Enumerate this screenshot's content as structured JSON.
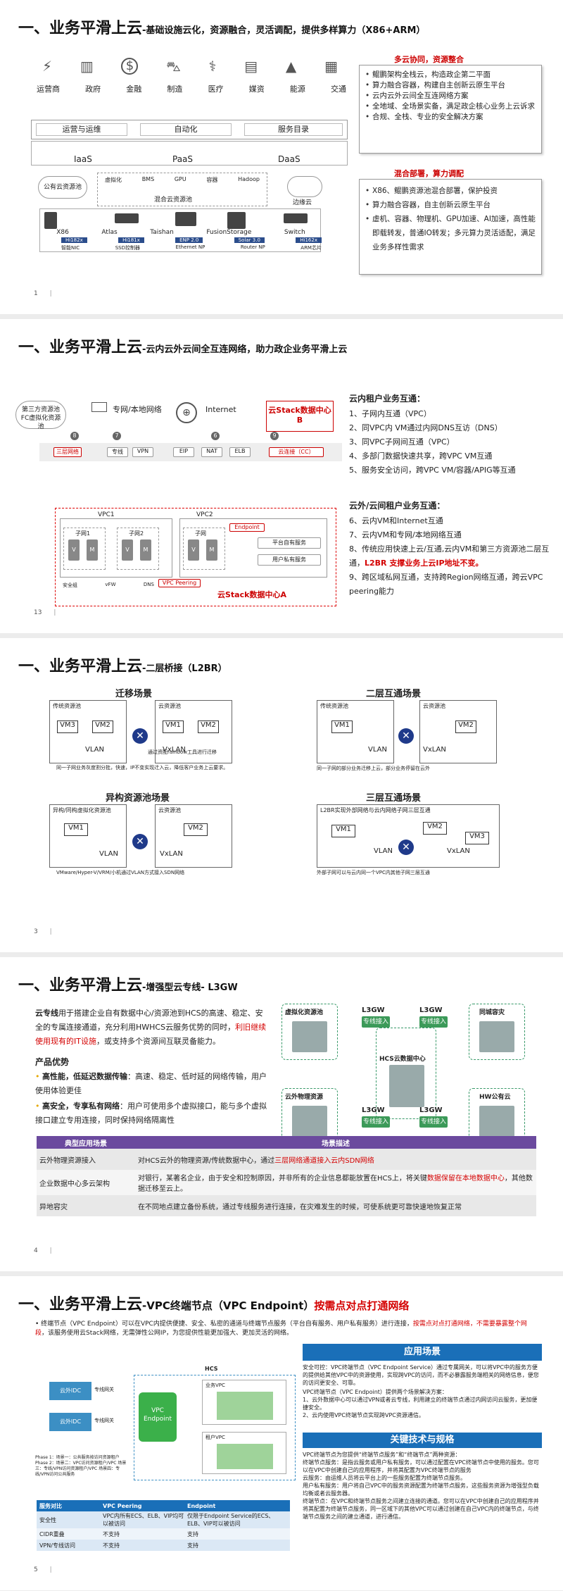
{
  "slide1": {
    "title": "一、业务平滑上云",
    "subtitle": "-基础设施云化，资源融合，灵活调配，提供多样算力（X86+ARM）",
    "industries": [
      "运营商",
      "政府",
      "金融",
      "制造",
      "医疗",
      "媒资",
      "能源",
      "交通"
    ],
    "mgmt": [
      "运营与运维",
      "自动化",
      "服务目录"
    ],
    "layers": [
      "IaaS",
      "PaaS",
      "DaaS"
    ],
    "public_cloud": "公有云资源池",
    "edge_cloud": "边缘云",
    "hybrid_pool": "混合云资源池",
    "pool_items": [
      "虚拟化",
      "BMS",
      "GPU",
      "容器",
      "Hadoop"
    ],
    "hw_brands": [
      "X86",
      "Atlas",
      "Taishan",
      "FusionStorage",
      "Switch"
    ],
    "chips": [
      "智能NIC",
      "SSD控制器",
      "Ethernet NP",
      "Router NP",
      "ARM芯片"
    ],
    "chip_names": [
      "Hi182x",
      "Hi181x",
      "ENP 2.0",
      "Solar 3.0",
      "Hi162x"
    ],
    "box1_head": "多云协同，资源整合",
    "box1_items": [
      "鲲鹏架构全栈云，构造政企第二平面",
      "算力融合容器，构建自主创新云原生平台",
      "云内云外云间全互连网络方案",
      "全地域、全场景实备，满足政企核心业务上云诉求",
      "合规、全栈、专业的安全解决方案"
    ],
    "box2_head": "混合部署，算力调配",
    "box2_items": [
      "X86、鲲鹏资源池混合部署，保护投资",
      "算力融合容器，自主创新云原生平台",
      "虚机、容器、物理机、GPU加速、AI加速，高性能即载转发，普通IO转发；多元算力灵活适配，满足业务多样性需求"
    ],
    "page": "1"
  },
  "slide2": {
    "title": "一、业务平滑上云",
    "subtitle": "-云内云外云间全互连网络，助力政企业务平滑上云",
    "third_pool": "第三方资源池FC虚拟化资源池",
    "private_net": "专网/本地网络",
    "internet": "Internet",
    "dcb": "云Stack数据中心B",
    "dca": "云Stack数据中心A",
    "gw_boxes": [
      "三层网络",
      "专线",
      "VPN",
      "EIP",
      "NAT",
      "ELB",
      "云连接（CC）"
    ],
    "vpc1": "VPC1",
    "vpc2": "VPC2",
    "subnet1": "子网1",
    "subnet2": "子网2",
    "subnet": "子网",
    "svc": [
      "安全组",
      "vFW",
      "DNS",
      "VPC Peering",
      "Endpoint",
      "平台自有服务",
      "用户私有服务"
    ],
    "list1_head": "云内租户业务互通：",
    "list1": [
      "1、子网内互通（VPC）",
      "2、同VPC内 VM通过内网DNS互访（DNS）",
      "3、同VPC子网间互通（VPC）",
      "4、多部门数据快速共享，跨VPC VM互通",
      "5、服务安全访问，跨VPC VM/容器/APIG等互通"
    ],
    "list2_head": "云外/云间租户业务互通：",
    "list2": [
      "6、云内VM和Internet互通",
      "7、云内VM和专网/本地网络互通",
      "8、传统应用快速上云/互通,云内VM和第三方资源池二层互通，",
      "9、跨区域私网互通，支持跨Region网络互通，跨云VPC peering能力"
    ],
    "list2_red": "L2BR 支撑业务上云IP地址不变。",
    "page": "13"
  },
  "slide3": {
    "title": "一、业务平滑上云",
    "subtitle": "-二层桥接（L2BR）",
    "scenes": [
      "迁移场景",
      "二层互通场景",
      "异构资源池场景",
      "三层互通场景"
    ],
    "trad_pool": "传统资源池",
    "cloud_pool": "云资源池",
    "hetero_pool": "异构/同构虚拟化资源池",
    "l2br_label": "L2BR实现外部网络与云内网络子网三层互通",
    "vlan": "VLAN",
    "vxlan": "VxLAN",
    "vm": [
      "VM3",
      "VM2",
      "VM1",
      "VM2"
    ],
    "caption1": "同一子网业务灰度割分批，快速，IP不变实现迁入云，降低客户业务上云要求。",
    "caption1_mid": "通过资配rainbow工具进行迁移",
    "caption2": "同一子网的部分业务迁移上云，部分业务停留在云外",
    "caption3": "VMware/Hyper-V/VRM/小机通过VLAN方式接入SDN网络",
    "caption4": "外部子网可以与云内同一个VPC内其他子网三层互通",
    "page": "3"
  },
  "slide4": {
    "title": "一、业务平滑上云",
    "subtitle": "-增强型云专线- L3GW",
    "intro_bold": "云专线",
    "intro": "用于搭建企业自有数据中心/资源池到HCS的高速、稳定、安全的专属连接通道，充分利用HWHCS云服务优势的同时，",
    "intro_red": "利旧继续使用现有的IT设施",
    "intro_end": "，或支持多个资源间互联灵备能力。",
    "adv_head": "产品优势",
    "adv1_b": "高性能，低延迟数据传输",
    "adv1": "：高速、稳定、低时延的网络传输，用户使用体验更佳",
    "adv2_b": "高安全，专享私有网络",
    "adv2": "：用户可使用多个虚拟接口，能与多个虚拟接口建立专用连接，同时保持网络隔离性",
    "nodes": [
      "虚拟化资源池",
      "云外物理资源",
      "HCS云数据中心",
      "同城容灾",
      "HW公有云"
    ],
    "l3gw": "L3GW",
    "line_label": "专线接入",
    "table_head": [
      "典型应用场景",
      "场景描述"
    ],
    "rows": [
      {
        "name": "云外物理资源接入",
        "desc": "对HCS云外的物理资源/传统数据中心，通过",
        "desc_red": "三层网络通道接入云内SDN网络",
        "desc_end": ""
      },
      {
        "name": "企业数据中心多云架构",
        "desc": "对银行，某著名企业，由于安全和控制原因，并非所有的企业信息都能放置在HCS上，将关键",
        "desc_red": "数据保留在本地数据中心",
        "desc_end": "，其他数据迁移至云上。"
      },
      {
        "name": "异地容灾",
        "desc": "在不同地点建立备份系统，通过专线服务进行连接，在灾难发生的时候，可使系统更可靠快速地恢复正常",
        "desc_red": "",
        "desc_end": ""
      }
    ],
    "page": "4"
  },
  "slide5": {
    "title": "一、业务平滑上云",
    "subtitle": "-VPC终端节点（VPC Endpoint）",
    "red": "按需点对点打通网络",
    "intro": "终端节点（VPC Endpoint）可以在VPC内提供便捷、安全、私密的通道与终端节点服务（平台自有服务、用户私有服务）进行连接，",
    "intro_red": "按需点对点打通网络，不需要暴露整个网段",
    "intro_end": "，该服务使用云Stack网络，无需弹性公网IP，为您提供性能更加强大、更加灵活的网络。",
    "diagram_labels": [
      "云外IDC",
      "云外IDC",
      "专线网关",
      "专线网关",
      "VPC Endpoint",
      "HCS",
      "业务VPC",
      "租户VPC"
    ],
    "phases": "Phase 1：场景一：公共服务按访问资源租户 Phase 2：场景二：VPC访问资源租户/VPC 场景三：专线/VPN访问资源租户/VPC 场景四：专线/VPN访问公共服务",
    "table_head": [
      "服务对比",
      "VPC Peering",
      "Endpoint"
    ],
    "table_rows": [
      [
        "安全性",
        "VPC内所有ECS、ELB、VIP均可以被访问",
        "仅限于Endpoint Service的ECS、ELB、VIP可以被访问"
      ],
      [
        "CIDR重叠",
        "不支持",
        "支持"
      ],
      [
        "VPN/专线访问",
        "不支持",
        "支持"
      ]
    ],
    "app_head": "应用场景",
    "app_items": [
      "安全可控：VPC终端节点（VPC Endpoint Service）通过专属网关，可以将VPC中的服务方便的提供给其他VPC中的资源使用，实现跨VPC的访问，而不必暴露服务端相关的网络信息，便您的访问更安全、可靠。",
      "VPC终端节点（VPC Endpoint）提供两个场景解决方案：",
      "1、云外数据中心可以通过VPN或者云专线，利用建立的终端节点通过内网访问云服务，更加便捷安全。",
      "2、云内使用VPC终端节点实现跨VPC资源通信。"
    ],
    "tech_head": "关键技术与规格",
    "tech_intro": "VPC终端节点为您提供“终端节点服务”和“终端节点”两种资源：",
    "tech_items": [
      "终端节点服务：是指云服务或用户私有服务，可以通过配置在VPC终端节点中使用的服务。您可以在VPC中创建自己的应用程序，并将其配置为VPC终端节点的服务",
      "云服务：由运维人员将云平台上的一些服务配置为终端节点服务。",
      "用户私有服务：用户将自己VPC中的服务资源配置为终端节点服务，这些服务资源为增强型负载均衡或者云服务器。",
      "终端节点：在VPC和终端节点服务之间建立连接的通道。您可以在VPC中创建自己的应用程序并将其配置为终端节点服务，同一区域下的其他VPC可以通过创建在自己VPC内的终端节点，与终端节点服务之间的建立通道，进行通信。"
    ],
    "tech_red": "在VPC和终端节点服务之间建立连接的通道。",
    "page": "5"
  }
}
